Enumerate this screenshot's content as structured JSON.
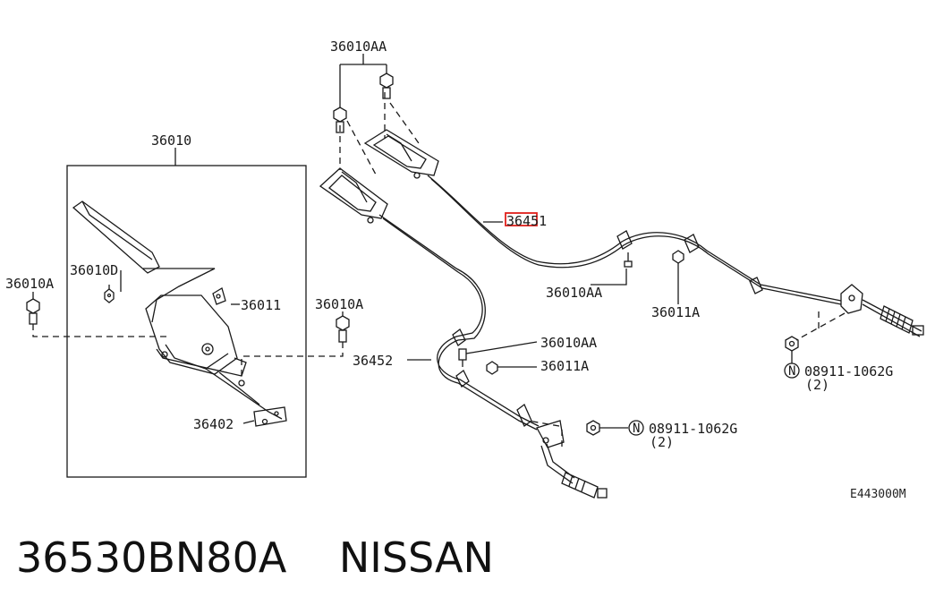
{
  "diagram": {
    "code": "E443000M",
    "labels": {
      "p36010": "36010",
      "p36010AA_top": "36010AA",
      "p36010A_left": "36010A",
      "p36010D": "36010D",
      "p36011": "36011",
      "p36010A_mid": "36010A",
      "p36402": "36402",
      "p36451": "36451",
      "p36010AA_right": "36010AA",
      "p36011A_right": "36011A",
      "p36452": "36452",
      "p36010AA_lower": "36010AA",
      "p36011A_lower": "36011A",
      "nut_right": "08911-1062G",
      "nut_right_qty": "(2)",
      "nut_lower": "08911-1062G",
      "nut_lower_qty": "(2)",
      "n_symbol": "N"
    },
    "highlight_color": "#e0201b"
  },
  "footer": {
    "part_number": "36530BN80A",
    "brand": "NISSAN"
  }
}
